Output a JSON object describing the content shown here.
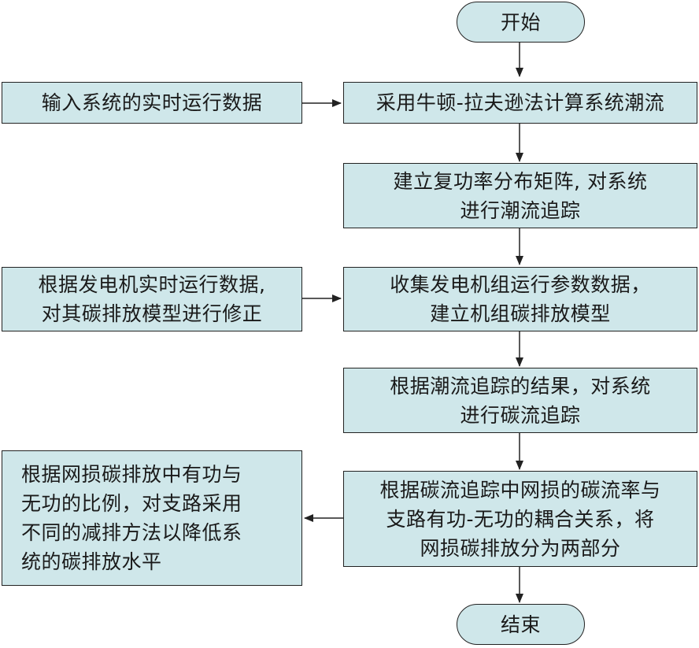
{
  "nodes": {
    "start": "开始",
    "input_data": "输入系统的实时运行数据",
    "newton": "采用牛顿-拉夫逊法计算系统潮流",
    "matrix": "建立复功率分布矩阵, 对系统\n进行潮流追踪",
    "correct": "根据发电机实时运行数据,\n对其碳排放模型进行修正",
    "collect": "收集发电机组运行参数数据，\n建立机组碳排放模型",
    "carbon_trace": "根据潮流追踪的结果，对系统\n进行碳流追踪",
    "split": "根据碳流追踪中网损的碳流率与\n支路有功-无功的耦合关系，将\n网损碳排放分为两部分",
    "reduce": "根据网损碳排放中有功与\n无功的比例，对支路采用\n不同的减排方法以降低系\n统的碳排放水平",
    "end": "结束"
  }
}
